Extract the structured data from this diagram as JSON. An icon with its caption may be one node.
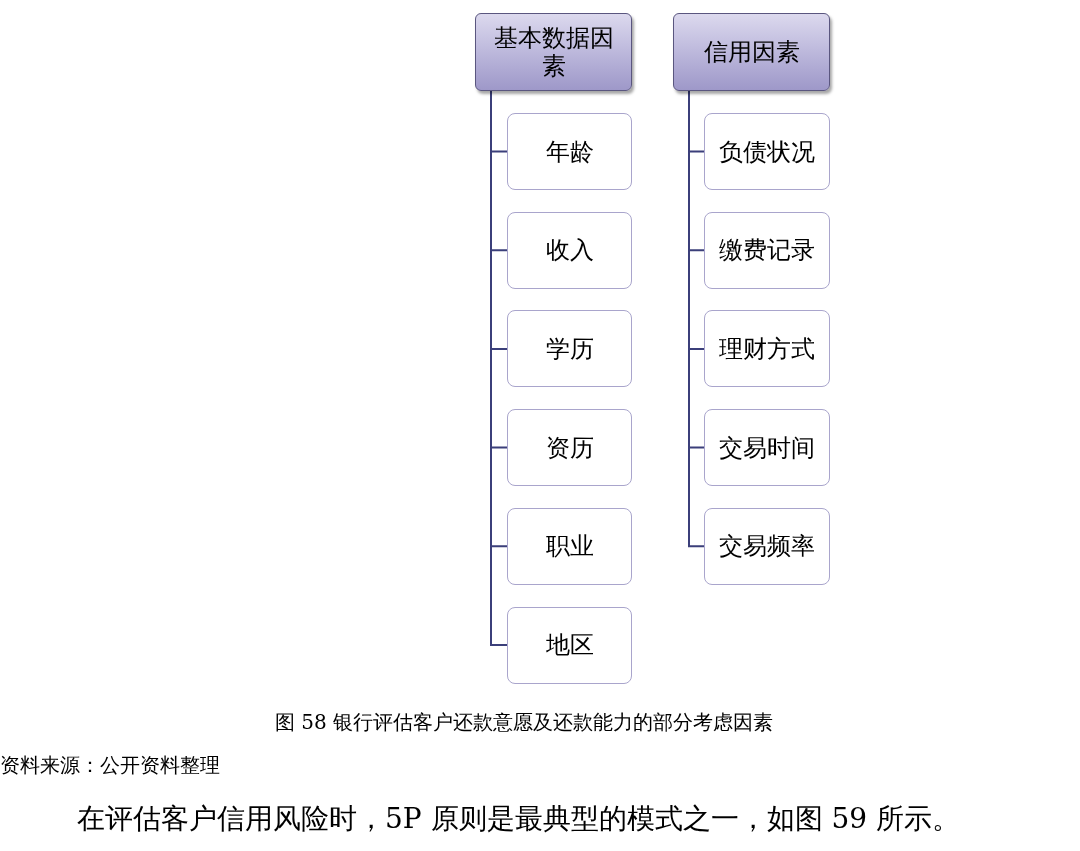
{
  "diagram": {
    "caption": "图 58 银行评估客户还款意愿及还款能力的部分考虑因素",
    "nodes": [
      {
        "text": [
          "基本数据因素"
        ]
      },
      {
        "text": [
          "年龄"
        ]
      },
      {
        "text": [
          "收入"
        ]
      },
      {
        "text": [
          "学历"
        ]
      },
      {
        "text": [
          "资历"
        ]
      },
      {
        "text": [
          "职业"
        ]
      },
      {
        "text": [
          "地区"
        ]
      },
      {
        "text": [
          "信用因素"
        ]
      },
      {
        "text": [
          "负债状况"
        ]
      },
      {
        "text": [
          "缴费记录"
        ]
      },
      {
        "text": [
          "理财方式"
        ]
      },
      {
        "text": [
          "交易时间"
        ]
      },
      {
        "text": [
          "交易频率"
        ]
      }
    ],
    "edges": [
      {
        "from": 0,
        "to": 1,
        "arrow": "none"
      },
      {
        "from": 0,
        "to": 2,
        "arrow": "none"
      },
      {
        "from": 0,
        "to": 3,
        "arrow": "none"
      },
      {
        "from": 0,
        "to": 4,
        "arrow": "none"
      },
      {
        "from": 0,
        "to": 5,
        "arrow": "none"
      },
      {
        "from": 0,
        "to": 6,
        "arrow": "none"
      },
      {
        "from": 7,
        "to": 8,
        "arrow": "none"
      },
      {
        "from": 7,
        "to": 9,
        "arrow": "none"
      },
      {
        "from": 7,
        "to": 10,
        "arrow": "none"
      },
      {
        "from": 7,
        "to": 11,
        "arrow": "none"
      },
      {
        "from": 7,
        "to": 12,
        "arrow": "none"
      }
    ],
    "labels": [
      "资料来源：公开资料整理",
      "在评估客户信用风险时，5P 原则是最典型的模式之一，如图 59 所示。"
    ]
  }
}
